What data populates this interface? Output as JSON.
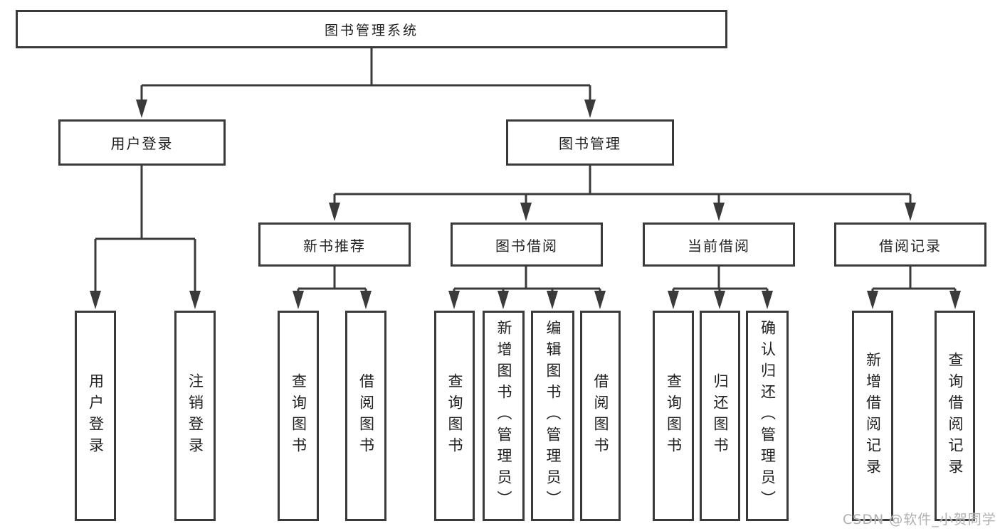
{
  "diagram": {
    "type": "hierarchy-flowchart",
    "watermark": "CSDN @软件_小贺同学",
    "colors": {
      "line": "#3a3a3a",
      "text": "#1f1f1f",
      "watermark": "#b0b0b0",
      "background": "#ffffff"
    },
    "tree": {
      "root": "图书管理系统",
      "level2": [
        "用户登录",
        "图书管理"
      ],
      "login_children": [
        "用户登录",
        "注销登录"
      ],
      "mgmt_children": [
        "新书推荐",
        "图书借阅",
        "当前借阅",
        "借阅记录"
      ],
      "newbook_children": [
        "查询图书",
        "借阅图书"
      ],
      "borrow_children": [
        "查询图书",
        "新增图书（管理员）",
        "编辑图书（管理员）",
        "借阅图书"
      ],
      "current_children": [
        "查询图书",
        "归还图书",
        "确认归还（管理员）"
      ],
      "record_children": [
        "新增借阅记录",
        "查询借阅记录"
      ]
    }
  }
}
